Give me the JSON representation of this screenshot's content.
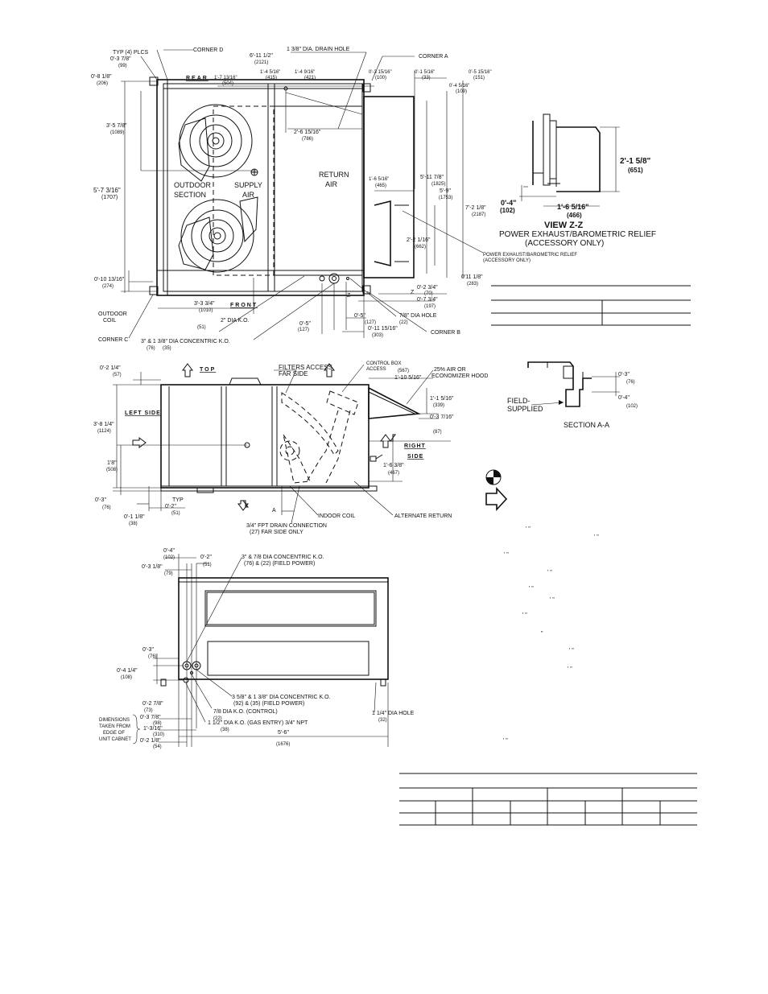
{
  "plan_view": {
    "typ_plcs": "TYP (4) PLCS",
    "d_0_3_7_8": "0'-3 7/8\"",
    "m_99": "(99)",
    "corner_d": "CORNER D",
    "d_6_11_1_2": "6'-11 1/2\"",
    "m_2121": "(2121)",
    "drain_hole": "1 3/8\" DIA. DRAIN HOLE",
    "corner_a": "CORNER A",
    "d_0_8_1_8": "0'-8 1/8\"",
    "m_206": "(206)",
    "rear": "REAR",
    "d_1_7_13_16": "1'-7 13/16\"",
    "m_504": "(504)",
    "d_1_4_5_16": "1'-4 5/16\"",
    "m_415": "(415)",
    "d_1_4_9_16": "1'-4 9/16\"",
    "m_421": "(421)",
    "d_0_3_15_16": "0'-3 15/16\"",
    "m_100": "(100)",
    "d_0_1_5_16": "0'-1 5/16\"",
    "m_33": "(33)",
    "d_0_5_15_16": "0'-5 15/16\"",
    "m_151": "(151)",
    "d_0_4_5_16": "0'-4 5/16\"",
    "m_109": "(109)",
    "d_3_5_7_8": "3'-5 7/8\"",
    "m_1089": "(1089)",
    "d_2_6_15_16": "2'-6 15/16\"",
    "m_786": "(786)",
    "d_5_7_3_16": "5'-7 3/16\"",
    "m_1707": "(1707)",
    "outdoor_section_1": "OUTDOOR",
    "outdoor_section_2": "SECTION",
    "supply_air_1": "SUPPLY",
    "supply_air_2": "AIR",
    "return_air_1": "RETURN",
    "return_air_2": "AIR",
    "d_1_6_5_16": "1'-6 5/16\"",
    "m_465": "(465)",
    "d_5_11_7_8": "5'-11 7/8\"",
    "m_1825": "(1825)",
    "d_5_9": "5'-9\"",
    "m_1753": "(1753)",
    "d_7_2_1_8": "7'-2 1/8\"",
    "m_2187": "(2187)",
    "d_2_2_1_16": "2'-2 1/16\"",
    "m_662": "(662)",
    "pe_relief_1": "POWER EXHAUST/BAROMETRIC RELIEF",
    "pe_relief_2": "(ACCESSORY ONLY)",
    "d_0_10_13_16": "0'-10 13/16\"",
    "m_274": "(274)",
    "d_0_11_1_8": "0'11 1/8\"",
    "m_283": "(283)",
    "d_0_2_3_4": "0'-2 3/4\"",
    "m_70": "(70)",
    "d_0_7_3_4": "0'-7 3/4\"",
    "m_197": "(197)",
    "z1": "Z",
    "z2": "Z",
    "outdoor_coil_1": "OUTDOOR",
    "outdoor_coil_2": "COIL",
    "d_3_3_3_4": "3'-3 3/4\"",
    "m_1010": "(1010)",
    "front": "FRONT",
    "ko_2": "2\" DIA K.O.",
    "m_51": "(51)",
    "d_0_5": "0'-5\"",
    "m_127a": "(127)",
    "d_0_5b": "0'-5\"",
    "m_127b": "(127)",
    "hole_7_8": "7/8\" DIA HOLE",
    "m_22": "(22)",
    "corner_c": "CORNER C",
    "concentric_ko": "3\" & 1 3/8\" DIA CONCENTRIC K.O.",
    "m_76": "(76)",
    "m_35": "(35)",
    "d_0_11_15_16": "0'-11 15/16\"",
    "m_303": "(303)",
    "corner_b": "CORNER B"
  },
  "view_zz": {
    "d_2_1_5_8": "2'-1 5/8\"",
    "m_651": "(651)",
    "d_0_4": "0'-4\"",
    "m_102": "(102)",
    "d_1_6_5_16": "1'-6 5/16\"",
    "m_466": "(466)",
    "title": "VIEW Z-Z",
    "caption_1": "POWER EXHAUST/BAROMETRIC RELIEF",
    "caption_2": "(ACCESSORY ONLY)"
  },
  "section_aa": {
    "d_0_3": "0'-3\"",
    "m_76": "(76)",
    "d_0_4": "0'-4\"",
    "m_102": "(102)",
    "field_1": "FIELD-",
    "field_2": "SUPPLIED",
    "title": "SECTION A-A"
  },
  "side_view": {
    "d_0_2_1_4": "0'-2 1/4\"",
    "m_57": "(57)",
    "top": "TOP",
    "filters_1": "FILTERS ACCESS",
    "filters_2": "FAR SIDE",
    "control_box_1": "CONTROL BOX",
    "control_box_2": "ACCESS",
    "m_567": "(567)",
    "hood_1": "25% AIR OR",
    "hood_2": "ECONOMIZER HOOD",
    "d_1_10_5_16": "1'-10 5/16\"",
    "left_side": "LEFT SIDE",
    "d_3_8_1_4": "3'-8 1/4\"",
    "m_1124": "(1124)",
    "d_1_1_5_16": "1'-1 5/16\"",
    "m_339": "(339)",
    "d_0_3_7_16": "0'-3 7/16\"",
    "m_87": "(87)",
    "right": "RIGHT",
    "side": "SIDE",
    "d_1_6_3_8": "1'-6 3/8\"",
    "m_467": "(467)",
    "d_1_8": "1'8\"",
    "m_508": "(508)",
    "d_0_3": "0'-3\"",
    "m_76": "(76)",
    "typ": "TYP",
    "d_0_2": "0'-2\"",
    "m_51": "(51)",
    "d_0_1_1_8": "0'-1 1/8\"",
    "m_38": "(38)",
    "a_marker": "A",
    "indoor_coil": "INDOOR COIL",
    "alt_return": "ALTERNATE RETURN",
    "drain_1": "3/4\" FPT DRAIN CONNECTION",
    "drain_2": "(27)  FAR SIDE ONLY"
  },
  "front_view": {
    "d_0_4": "0'-4\"",
    "m_102": "(102)",
    "d_0_3_1_8": "0'-3 1/8\"",
    "m_79": "(79)",
    "d_0_2": "0'-2\"",
    "m_51": "(51)",
    "ko_field_power_1": "3\" & 7/8 DIA CONCENTRIC K.O.",
    "ko_field_power_2": "(76) & (22) (FIELD POWER)",
    "d_0_3": "0'-3\"",
    "m_76": "(76)",
    "d_0_4_1_4": "0'-4 1/4\"",
    "m_108": "(108)",
    "d_0_2_7_8": "0'-2 7/8\"",
    "m_73": "(73)",
    "ko_358_1": "3 5/8\" & 1 3/8\" DIA CONCENTRIC K.O.",
    "ko_358_2": "(92) & (35)  (FIELD POWER)",
    "ko_control_1": "7/8 DIA K.O. (CONTROL)",
    "ko_control_2": "(22)",
    "ko_gas_1": "1 1/2\" DIA K.O. (GAS ENTRY) 3/4\" NPT",
    "ko_gas_2": "(38)",
    "hole_114": "1 1/4\" DIA HOLE",
    "m_32": "(32)",
    "dims_1": "DIMENSIONS",
    "dims_2": "TAKEN FROM",
    "dims_3": "EDGE OF",
    "dims_4": "UNIT CABNET",
    "d_0_3_7_8": "0'-3 7/8\"",
    "m_98": "(98)",
    "d_1_3_16": "1'-3/16\"",
    "m_310": "(310)",
    "d_0_2_1_8": "0'-2 1/8\"",
    "m_54": "(54)",
    "d_5_6": "5'-6\"",
    "m_1676": "(1676)"
  },
  "notes": {
    "marks": [
      "' \"",
      "' \"",
      "' \"",
      "' \"",
      "' \"",
      "' \"",
      "' \"",
      "\"",
      "' \"",
      "' \"",
      "'   \""
    ]
  }
}
